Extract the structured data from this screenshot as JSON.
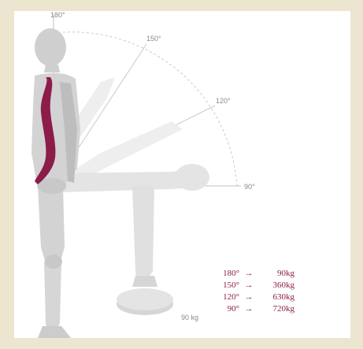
{
  "figure": {
    "colors": {
      "frame": "#ece6d1",
      "panel": "#ffffff",
      "body": "#d3d3d3",
      "body_dark": "#b7b7b7",
      "spine": "#8c1c4a",
      "text": "#8a8a8a",
      "table_text": "#8a1f45"
    },
    "angle_labels": {
      "a180": "180°",
      "a150": "150°",
      "a120": "120°",
      "a90": "90°"
    },
    "weight_label": "90 kg",
    "table": [
      {
        "angle": "180°",
        "arrow": "→",
        "load": "90kg"
      },
      {
        "angle": "150°",
        "arrow": "→",
        "load": "360kg"
      },
      {
        "angle": "120°",
        "arrow": "→",
        "load": "630kg"
      },
      {
        "angle": "90°",
        "arrow": "→",
        "load": "720kg"
      }
    ]
  }
}
